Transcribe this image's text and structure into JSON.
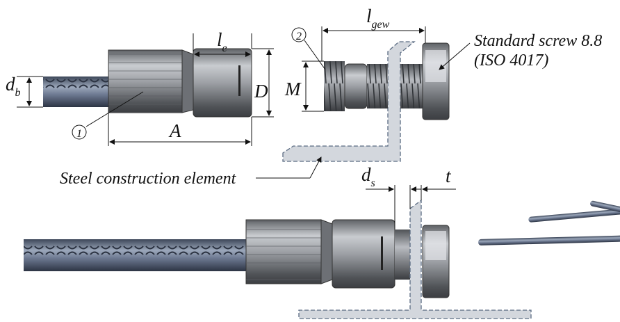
{
  "labels": {
    "d_b_main": "d",
    "d_b_sub": "b",
    "l_e_main": "l",
    "l_e_sub": "e",
    "D": "D",
    "A": "A",
    "M": "M",
    "l_gew_main": "l",
    "l_gew_sub": "gew",
    "d_s_main": "d",
    "d_s_sub": "s",
    "t": "t",
    "marker_1": "1",
    "marker_2": "2",
    "screw_line1": "Standard screw 8.8",
    "screw_line2": "(ISO 4017)",
    "steel_element": "Steel construction element"
  },
  "colors": {
    "rebar": "#5f6c80",
    "coupler": "#8e9197",
    "steel_plate": "#d3d7dd",
    "steel_outline": "#5a6b82"
  }
}
